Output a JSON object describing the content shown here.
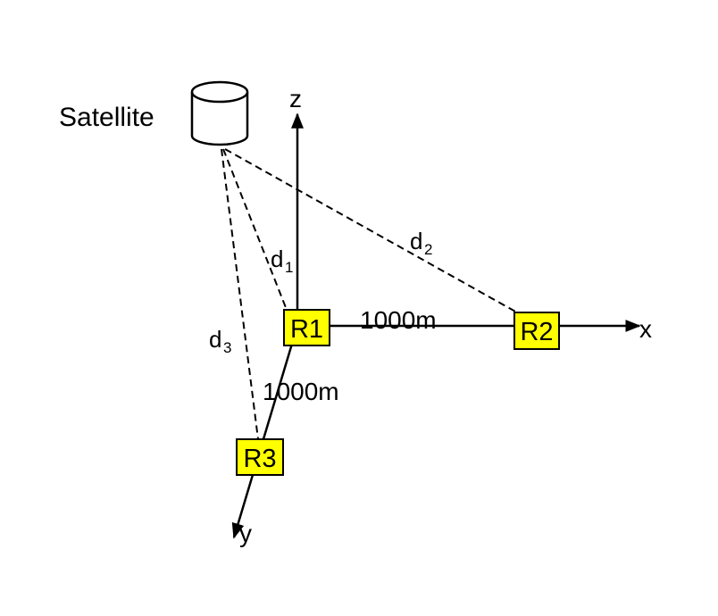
{
  "satellite": {
    "label": "Satellite"
  },
  "axes": {
    "x": "x",
    "y": "y",
    "z": "z"
  },
  "nodes": [
    {
      "id": "R1",
      "label": "R1"
    },
    {
      "id": "R2",
      "label": "R2"
    },
    {
      "id": "R3",
      "label": "R3"
    }
  ],
  "distances": {
    "d1": {
      "base": "d",
      "sub": "1"
    },
    "d2": {
      "base": "d",
      "sub": "2"
    },
    "d3": {
      "base": "d",
      "sub": "3"
    }
  },
  "spacing": {
    "r1_r2": "1000m",
    "r1_r3": "1000m"
  },
  "colors": {
    "node_fill": "#ffff00",
    "stroke": "#000000"
  }
}
